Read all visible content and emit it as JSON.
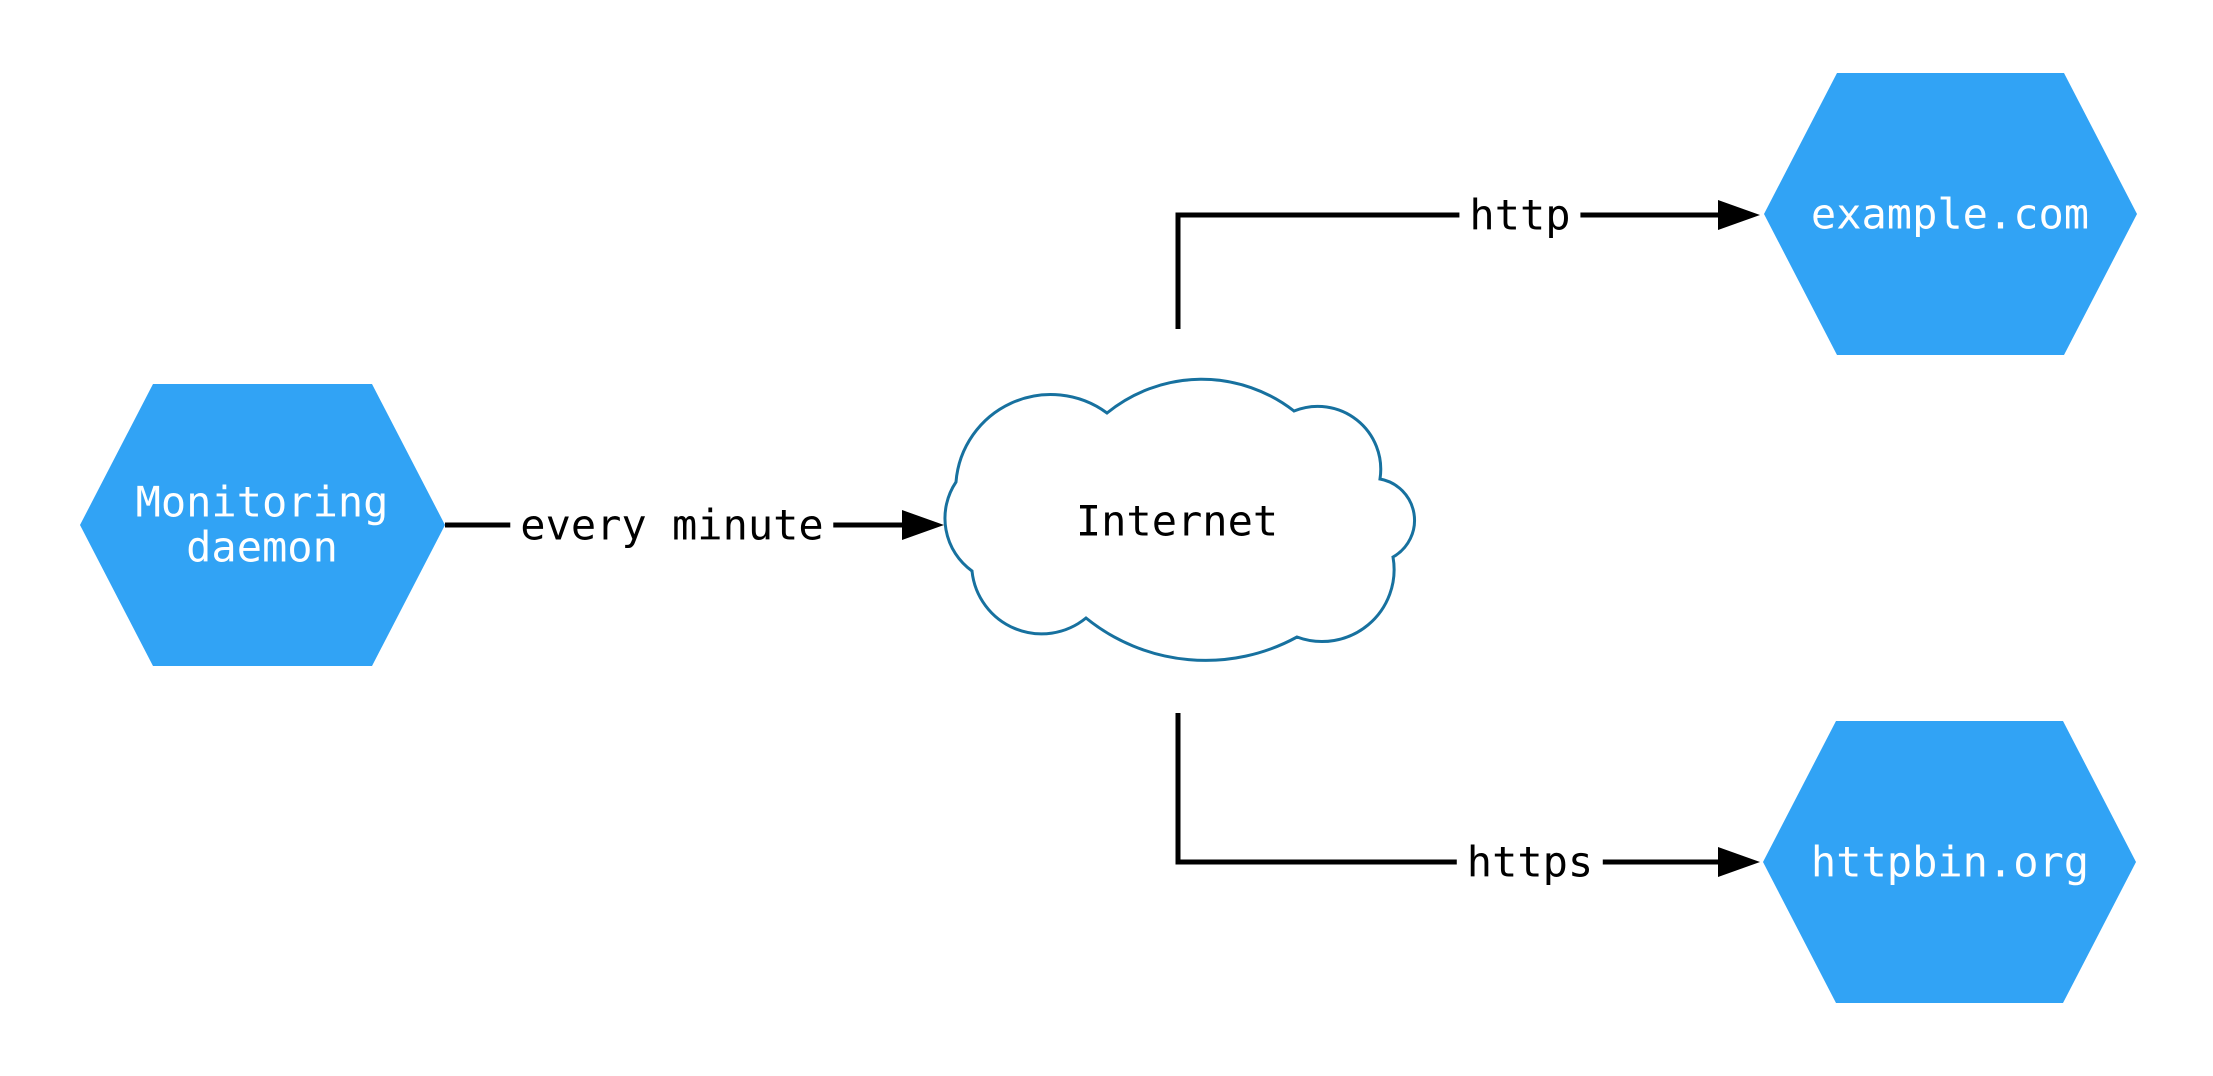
{
  "colors": {
    "background": "#ffffff",
    "node_fill": "#31a3f5",
    "node_text": "#ffffff",
    "cloud_fill": "#ffffff",
    "cloud_stroke": "#17719f",
    "edge_stroke": "#000000",
    "edge_label_text": "#000000"
  },
  "nodes": {
    "monitoring_daemon": {
      "label": "Monitoring daemon",
      "shape": "hexagon"
    },
    "internet": {
      "label": "Internet",
      "shape": "cloud"
    },
    "example_com": {
      "label": "example.com",
      "shape": "hexagon"
    },
    "httpbin_org": {
      "label": "httpbin.org",
      "shape": "hexagon"
    }
  },
  "edges": {
    "monitoring_to_internet": {
      "label": "every minute",
      "from": "Monitoring daemon",
      "to": "Internet"
    },
    "internet_to_example": {
      "label": "http",
      "from": "Internet",
      "to": "example.com"
    },
    "internet_to_httpbin": {
      "label": "https",
      "from": "Internet",
      "to": "httpbin.org"
    }
  }
}
